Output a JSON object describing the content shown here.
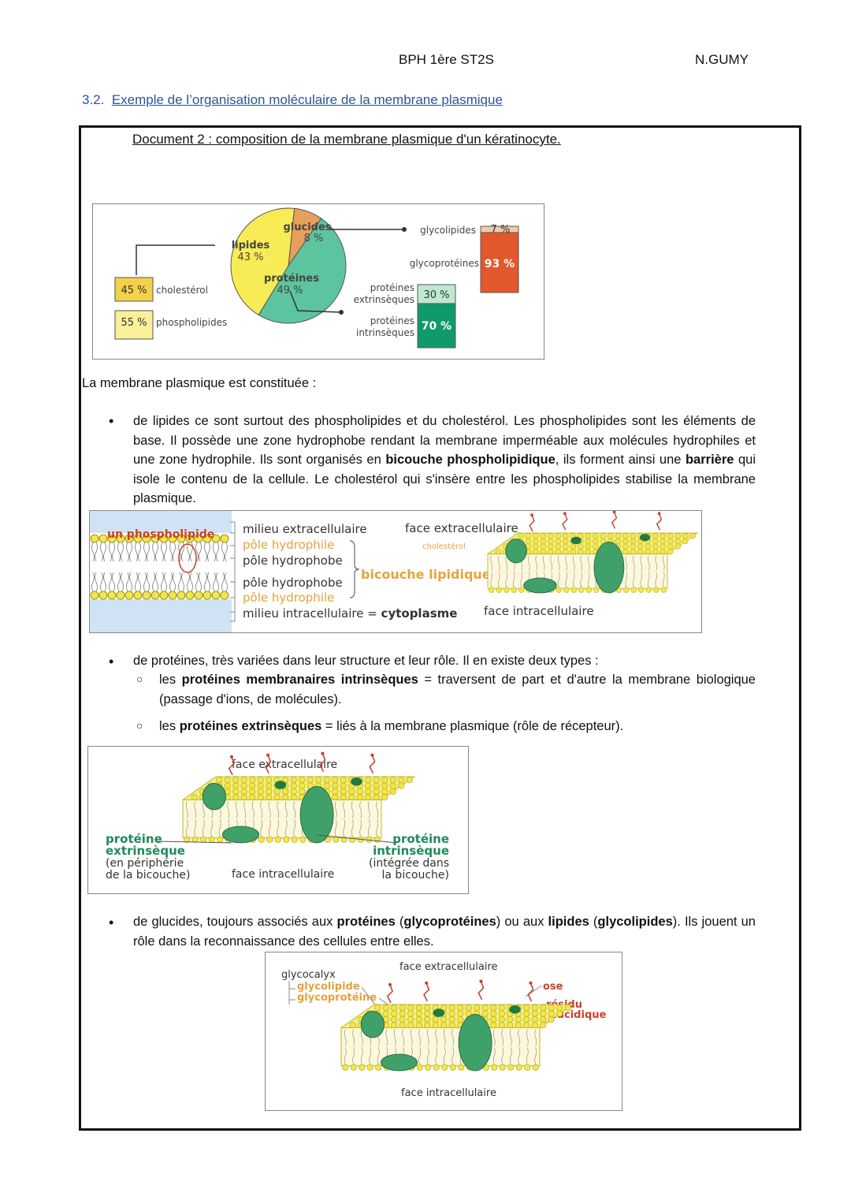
{
  "header": {
    "course": "BPH 1ère ST2S",
    "author": "N.GUMY"
  },
  "section": {
    "number": "3.2.",
    "title": "Exemple de l’organisation moléculaire de la membrane plasmique"
  },
  "document": {
    "title": "Document 2 : composition de la membrane plasmique d'un kératinocyte."
  },
  "composition_chart": {
    "pie": [
      {
        "label": "lipides",
        "value": "43 %",
        "pct": 43,
        "color": "#f7ec55"
      },
      {
        "label": "glucides",
        "value": "8 %",
        "pct": 8,
        "color": "#e79f5c"
      },
      {
        "label": "protéines",
        "value": "49 %",
        "pct": 49,
        "color": "#5cc59f"
      }
    ],
    "lipides_breakdown": [
      {
        "value": "45 %",
        "label": "cholestérol",
        "color": "#f3d24a"
      },
      {
        "value": "55 %",
        "label": "phospholipides",
        "color": "#fbf09a"
      }
    ],
    "glucides_breakdown": [
      {
        "value": "7 %",
        "label": "glycolipides",
        "color": "#f5c9a8"
      },
      {
        "value": "93 %",
        "label": "glycoprotéines",
        "color": "#e2582d"
      }
    ],
    "proteines_breakdown": [
      {
        "value": "30 %",
        "label": "protéines extrinsèques",
        "line1": "protéines",
        "line2": "extrinsèques",
        "color": "#bfe8d0"
      },
      {
        "value": "70 %",
        "label": "protéines intrinsèques",
        "line1": "protéines",
        "line2": "intrinsèques",
        "color": "#0f9a6c"
      }
    ]
  },
  "text": {
    "intro": "La membrane plasmique est constituée :",
    "lipides_parts": [
      "de lipides ce sont surtout des phospholipides et du cholestérol. Les phospholipides sont les éléments de base. Il possède une zone hydrophobe rendant la membrane imperméable aux molécules hydrophiles et une zone hydrophile. Ils sont organisés en ",
      "bicouche phospholipidique",
      ", ils forment ainsi une ",
      "barrière",
      " qui isole le contenu de la cellule. Le cholestérol qui s'insère entre les phospholipides stabilise la membrane plasmique."
    ],
    "proteines_intro": "de protéines, très variées dans leur structure et leur rôle.  Il en existe deux types :",
    "intrinseques_parts": [
      "les ",
      "protéines membranaires intrinsèques",
      " = traversent de part et d'autre la membrane biologique (passage d'ions, de molécules)."
    ],
    "extrinseques_parts": [
      "les ",
      "protéines extrinsèques",
      " = liés à la membrane plasmique (rôle de récepteur)."
    ],
    "glucides_parts": [
      "de glucides, toujours associés aux ",
      "protéines",
      " (",
      "glycoprotéines",
      ") ou aux ",
      "lipides",
      " (",
      "glycolipides",
      "). Ils jouent un rôle dans la reconnaissance des cellules entre elles."
    ]
  },
  "bilayer_figure": {
    "phospholipid": "un phospholipide",
    "milieu_extra": "milieu extracellulaire",
    "pole_hydrophile": "pôle  hydrophile",
    "pole_hydrophobe": "pôle  hydrophobe",
    "bicouche": "bicouche lipidique",
    "milieu_intra": "milieu intracellulaire = ",
    "cytoplasme": "cytoplasme",
    "face_extra": "face extracellulaire",
    "cholesterol": "cholestérol",
    "face_intra": "face intracellulaire"
  },
  "proteins_figure": {
    "face_extra": "face extracellulaire",
    "face_intra": "face intracellulaire",
    "ext_1": "protéine",
    "ext_2": "extrinsèque",
    "ext_3": "(en périphérie",
    "ext_4": "de la bicouche)",
    "int_1": "protéine",
    "int_2": "intrinsèque",
    "int_3": "(intégrée dans",
    "int_4": "la bicouche)"
  },
  "glycocalyx_figure": {
    "face_extra": "face extracellulaire",
    "face_intra": "face intracellulaire",
    "glycocalyx": "glycocalyx",
    "glycolipide": "glycolipide",
    "glycoproteine": "glycoprotéine",
    "ose": "ose",
    "residu_1": "résidu",
    "residu_2": "glucidique"
  },
  "colors": {
    "section_link": "#2f5496",
    "lipid_head": "#f2e64a",
    "protein": "#3fa06a",
    "label_red": "#c9412a",
    "label_orange": "#e6a23c",
    "label_green": "#1f8a5a"
  }
}
